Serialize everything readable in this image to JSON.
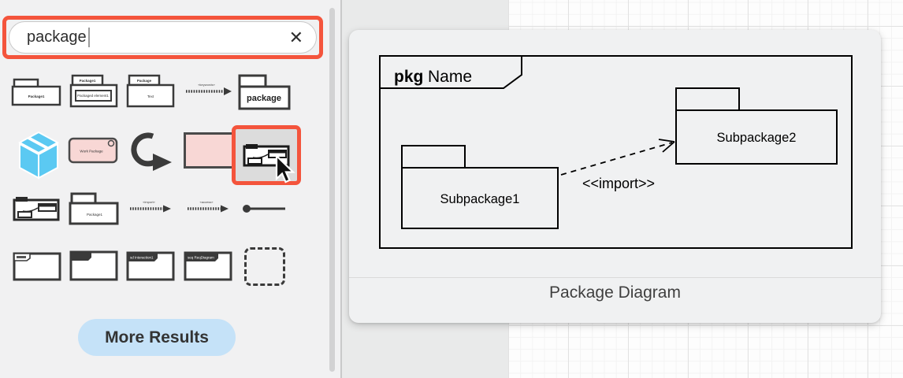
{
  "search": {
    "value": "package",
    "clear_icon": "✕"
  },
  "palette": {
    "package_small_label": "Package1",
    "package_two_level_tab": "Package1",
    "package_two_level_inner": "Packaged element1",
    "package_text_tab": "Package",
    "package_text_inner": "Text",
    "relation_arrow_label": "«keywords»",
    "package_large_label": "package",
    "work_package_label": "Work Package",
    "package_row3_label": "Package1",
    "import_arrow_label": "«import»",
    "access_arrow_label": "«access»",
    "frame_sd_label": "sd Interaction1",
    "frame_req_label": "seq ReqDiagram",
    "more_results": "More Results"
  },
  "preview": {
    "frame_keyword": "pkg",
    "frame_name": "Name",
    "subpackage1": "Subpackage1",
    "subpackage2": "Subpackage2",
    "import_label": "<<import>>",
    "caption": "Package Diagram"
  },
  "colors": {
    "highlight_red": "#f4543c",
    "button_blue": "#c5e2f8",
    "cube_cyan": "#5bc9f2",
    "shape_pink": "#f8d7d5",
    "stroke_dark": "#3a3a3a"
  }
}
